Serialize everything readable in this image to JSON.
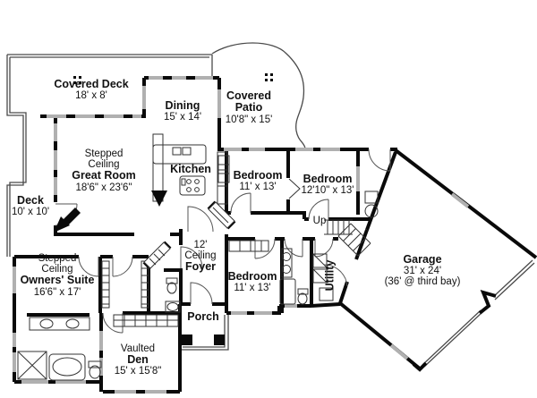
{
  "rooms": {
    "covered_deck": {
      "name": "Covered Deck",
      "size": "18' x 8'"
    },
    "dining": {
      "name": "Dining",
      "size": "15' x 14'"
    },
    "covered_patio": {
      "name1": "Covered",
      "name2": "Patio",
      "size": "10'8\" x 15'"
    },
    "great_room": {
      "pre1": "Stepped",
      "pre2": "Ceiling",
      "name": "Great Room",
      "size": "18'6\" x 23'6\""
    },
    "kitchen": {
      "name": "Kitchen"
    },
    "deck": {
      "name": "Deck",
      "size": "10' x 10'"
    },
    "bedroom1": {
      "name": "Bedroom",
      "size": "11' x 13'"
    },
    "bedroom2": {
      "name": "Bedroom",
      "size": "12'10\" x 13'"
    },
    "owners_suite": {
      "pre1": "Stepped",
      "pre2": "Ceiling",
      "name": "Owners' Suite",
      "size": "16'6\" x 17'"
    },
    "foyer": {
      "pre1": "12'",
      "pre2": "Ceiling",
      "name": "Foyer"
    },
    "bedroom3": {
      "name": "Bedroom",
      "size": "11' x 13'"
    },
    "utility": {
      "name": "Utility"
    },
    "stairs": {
      "label": "Up"
    },
    "garage": {
      "name": "Garage",
      "size": "31' x 24'",
      "note": "(36' @ third bay)"
    },
    "porch": {
      "name": "Porch"
    },
    "den": {
      "pre1": "Vaulted",
      "name": "Den",
      "size": "15' x 15'8\""
    }
  },
  "colors": {
    "wall": "#0a0a0a",
    "window": "#b0b0b0",
    "thin_line": "#4a4a4a",
    "background": "#ffffff"
  }
}
